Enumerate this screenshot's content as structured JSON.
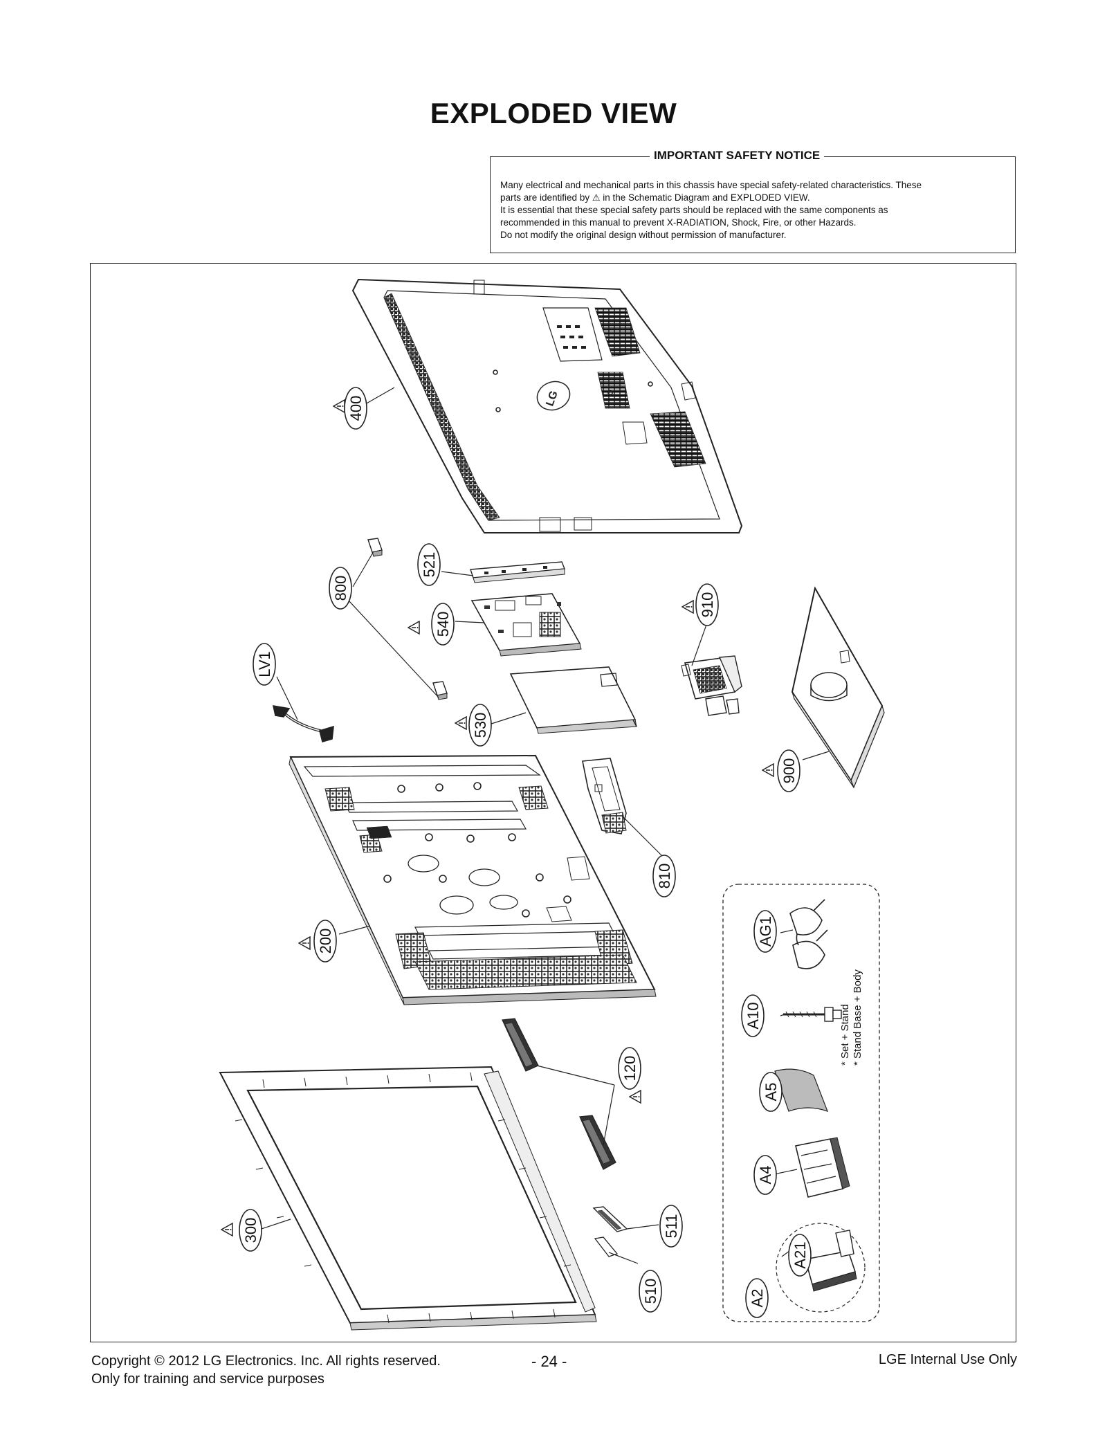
{
  "title": "EXPLODED VIEW",
  "notice": {
    "heading": "IMPORTANT SAFETY NOTICE",
    "line1": "Many electrical and mechanical parts in this chassis have special safety-related characteristics. These",
    "line2_pre": "parts are identified by",
    "line2_symbol": "⚠",
    "line2_post": "in the Schematic Diagram and EXPLODED VIEW.",
    "line3": "It is essential that these special safety parts should be replaced with the same components as",
    "line4": "recommended in this manual to prevent X-RADIATION, Shock, Fire, or other Hazards.",
    "line5": "Do not modify the original design without permission of manufacturer."
  },
  "labels": {
    "p400": "400",
    "p800": "800",
    "p521": "521",
    "p540": "540",
    "p910": "910",
    "pLV1": "LV1",
    "p530": "530",
    "p900": "900",
    "p810": "810",
    "p200": "200",
    "pAG1": "AG1",
    "pA10": "A10",
    "pA5": "A5",
    "pA4": "A4",
    "pA21": "A21",
    "pA2": "A2",
    "p120": "120",
    "p300": "300",
    "p511": "511",
    "p510": "510"
  },
  "accessory_note": {
    "line1": "* Set + Stand",
    "line2": "* Stand Base + Body"
  },
  "footer": {
    "copyright": "Copyright © 2012 LG Electronics. Inc. All rights reserved.",
    "purpose": "Only for training and service purposes",
    "page": "- 24 -",
    "internal": "LGE Internal Use Only"
  }
}
